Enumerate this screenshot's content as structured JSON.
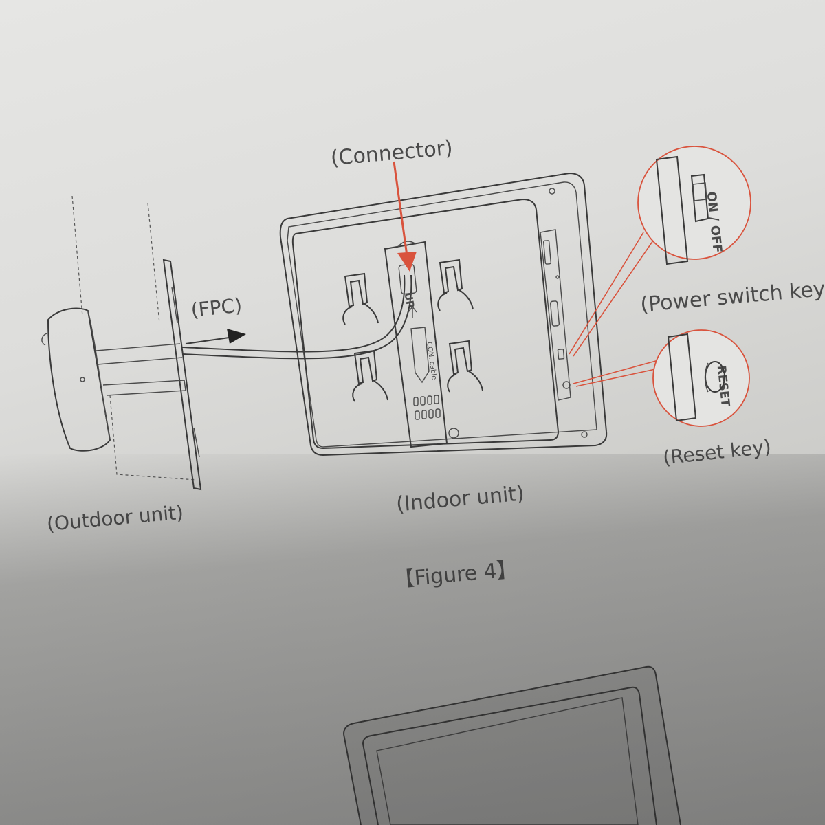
{
  "labels": {
    "connector": "(Connector)",
    "fpc": "(FPC)",
    "power_switch": "(Power switch key",
    "outdoor": "(Outdoor unit)",
    "indoor": "(Indoor unit)",
    "reset_key": "(Reset key)",
    "figure": "【Figure 4】"
  },
  "device_markings": {
    "on_off": "ON / OFF",
    "reset": "RESET",
    "up": "UP",
    "cable": "CON. cable"
  },
  "colors": {
    "accent_red": "#d9533d",
    "ink": "#3a3a3a"
  }
}
